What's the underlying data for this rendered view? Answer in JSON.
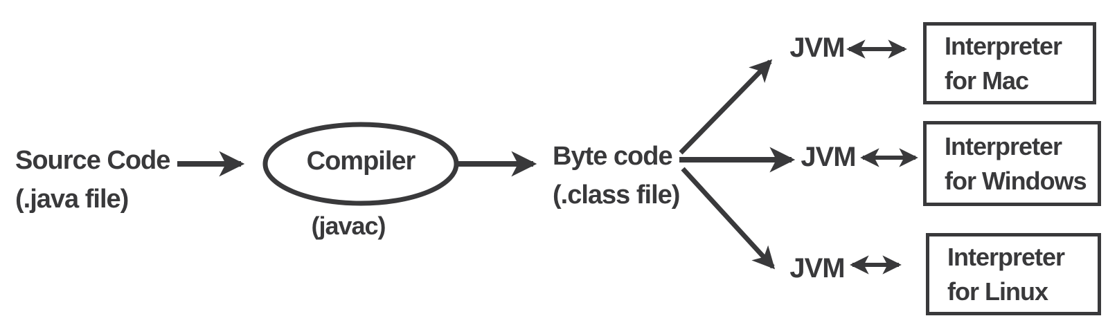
{
  "colors": {
    "ink": "#39393b",
    "background": "#ffffff"
  },
  "nodes": {
    "source_code": {
      "title": "Source Code",
      "subtitle": "(.java file)"
    },
    "compiler": {
      "title": "Compiler",
      "subtitle": "(javac)"
    },
    "byte_code": {
      "title": "Byte code",
      "subtitle": "(.class file)"
    },
    "jvms": [
      {
        "label": "JVM"
      },
      {
        "label": "JVM"
      },
      {
        "label": "JVM"
      }
    ],
    "interpreters": [
      {
        "line1": "Interpreter",
        "line2": "for Mac"
      },
      {
        "line1": "Interpreter",
        "line2": "for Windows"
      },
      {
        "line1": "Interpreter",
        "line2": "for Linux"
      }
    ]
  }
}
